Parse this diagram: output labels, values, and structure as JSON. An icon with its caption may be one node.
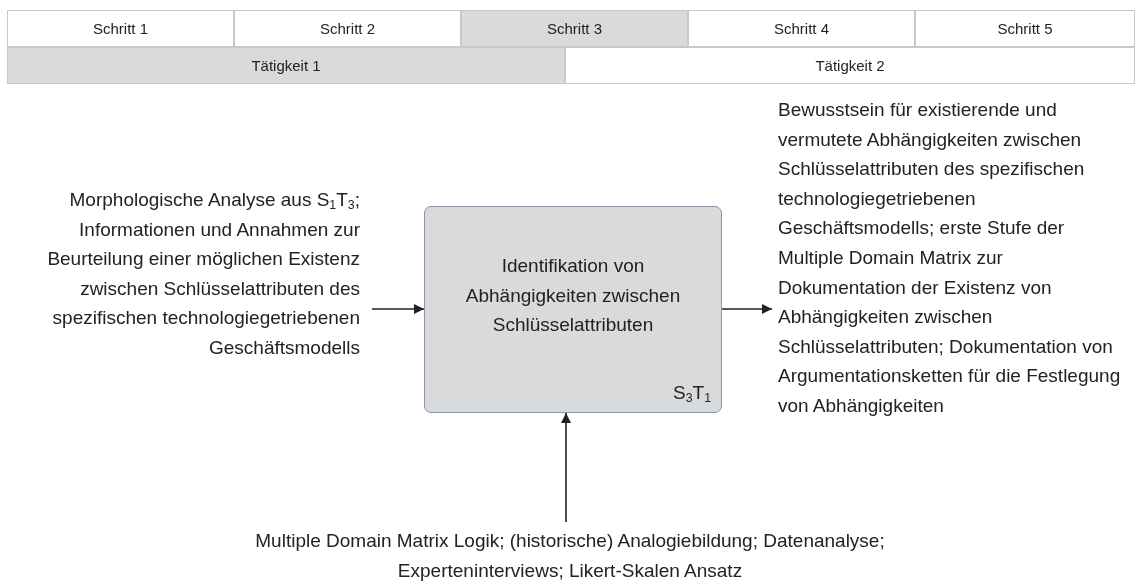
{
  "diagram": {
    "nodes": [
      {
        "text": [
          "Schritt 1"
        ]
      },
      {
        "text": [
          "Schritt 2"
        ]
      },
      {
        "text": [
          "Schritt 3"
        ]
      },
      {
        "text": [
          "Schritt 4"
        ]
      },
      {
        "text": [
          "Schritt 5"
        ]
      },
      {
        "text": [
          "Tätigkeit 1"
        ]
      },
      {
        "text": [
          "Tätigkeit 2"
        ]
      },
      {
        "text": [
          "Morphologische Analyse aus S$_{1}$T$_{3}$; Informationen und Annahmen zur Beurteilung einer möglichen Existenz zwischen Schlüsselattributen des spezifischen technologiegetriebenen Geschäftsmodells"
        ]
      },
      {
        "text": [
          "Identifikation von Abhängigkeiten zwischen Schlüsselattributen",
          "S$_{3}$T$_{1}$"
        ]
      },
      {
        "text": [
          "Bewusstsein für existierende und vermutete Abhängigkeiten zwischen Schlüsselattributen des spezifischen technologiegetriebenen Geschäftsmodells; erste Stufe der Multiple Domain Matrix zur Dokumentation der Existenz von Abhängigkeiten zwischen Schlüsselattributen; Dokumentation von Argumentationsketten für die Festlegung von Abhängigkeiten"
        ]
      },
      {
        "text": [
          "Multiple Domain Matrix Logik; (historische) Analogiebildung; Datenanalyse; Experteninterviews; Likert-Skalen Ansatz"
        ]
      }
    ],
    "edges": [
      {
        "from": 7,
        "to": 8,
        "arrow": "to"
      },
      {
        "from": 8,
        "to": 9,
        "arrow": "to"
      },
      {
        "from": 10,
        "to": 8,
        "arrow": "to"
      }
    ]
  }
}
